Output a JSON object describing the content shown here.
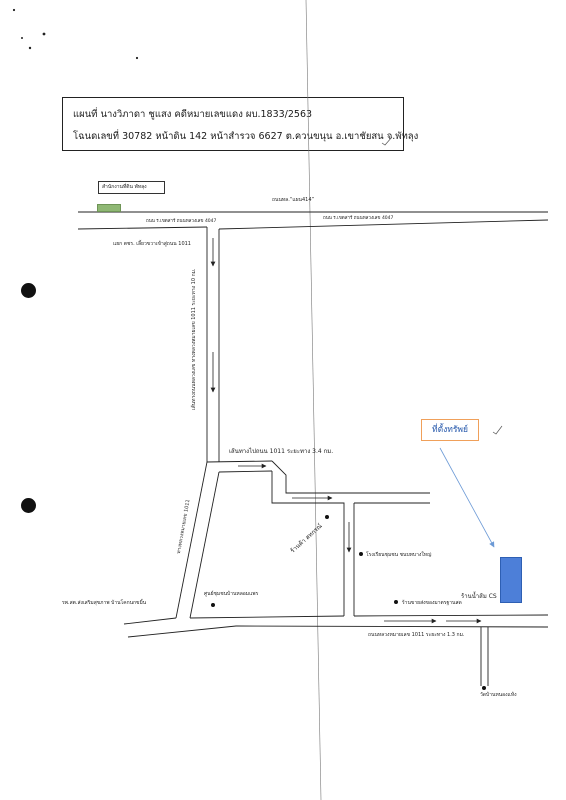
{
  "title": {
    "line1": "แผนที่  นางวิภาดา  ชูแสง   คดีหมายเลขแดง ผบ.1833/2563",
    "line2": "โฉนดเลขที่ 30782 หน้าดิน 142 หน้าสำรวจ 6627   ต.ควนขนุน อ.เขาชัยสน จ.พัทลุง"
  },
  "property_label": "ที่ตั้งทรัพย์",
  "labels": {
    "top_box": "สำนักงานที่ดิน พัทลุง",
    "top_road_name": "ถนนทล.“แผน414”",
    "top_road_left": "ถนน ร.เขตสาร์    ถนนหลวงเลข 4047",
    "top_road_right": "ถนน ร.เขตสาร์    ถนนหลวงเลข 4047",
    "junction_left": "แยก ตชร.   เลี้ยวขวาเข้าสู่ถนน 1011",
    "vertical_road": "เส้นทางถนนหลวงเลข ทางหลวงหมายเลข 1011   ระยะทาง 10 กม.",
    "mid_road": "เส้นทางไปถนน 1011  ระยะทาง 3.4  กม.",
    "diag_road": "ทางหลวงหมายเลข 1011",
    "shop1": "ร้านค้า สหกรณ์",
    "school": "โรงเรียนชุมชน ชนบทบางใหญ่",
    "house_shop": "ร้านขายส่งของมาตรฐานสด",
    "shop_cs": "ร้านน้ำส้ม CS",
    "village_office": "ศูนย์ชุมชนบ้านหลอมแพร",
    "hospital": "รพ.สต.ส่งเสริมสุขภาพ บ้านโคกนกขมิ้น",
    "bottom_road": "ถนนหลวงหมายเลข  1011   ระยะทาง 1.3 กม.",
    "temple": "วัดบ้านหนองแห้ง"
  }
}
